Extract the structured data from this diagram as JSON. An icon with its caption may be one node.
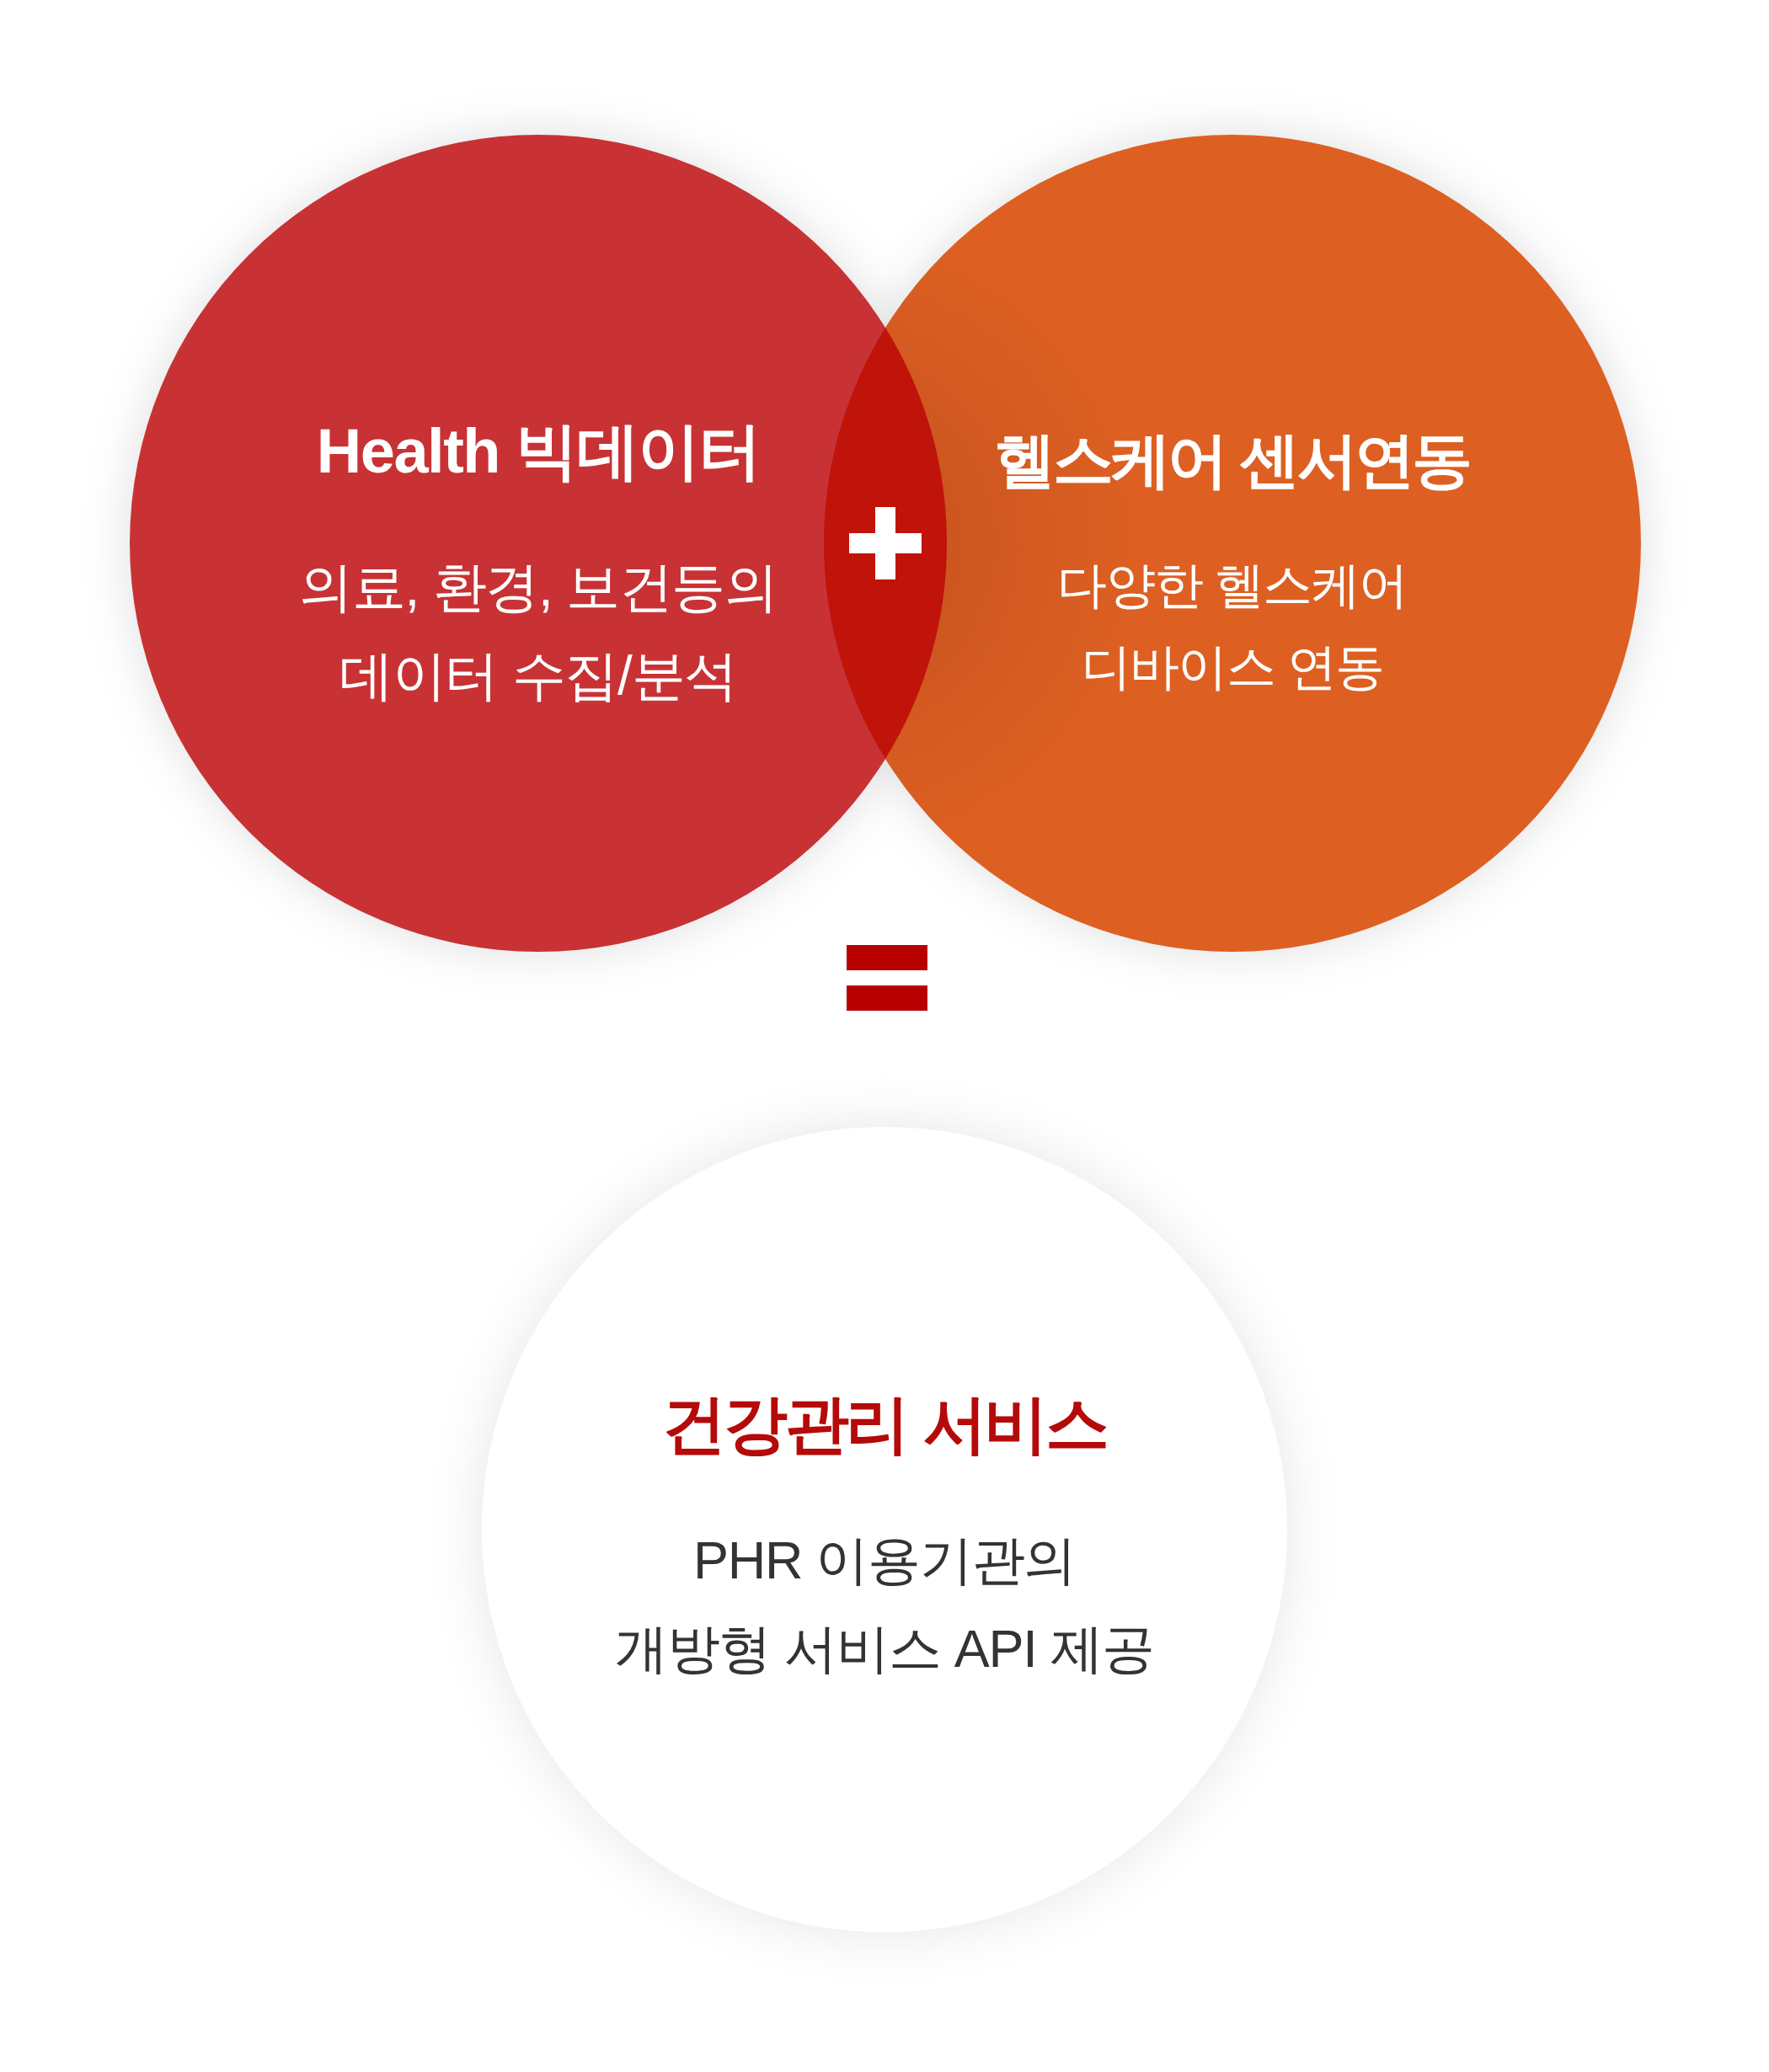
{
  "diagram": {
    "nodes": [
      {
        "text": [
          "Health 빅데이터",
          "의료, 환경, 보건등의 데이터 수집/분석"
        ]
      },
      {
        "text": [
          "헬스케어 센서연동",
          "다양한 헬스케어 디바이스 연동"
        ]
      },
      {
        "text": [
          "건강관리 서비스",
          "PHR 이용기관의 개방형 서비스 API 제공"
        ]
      }
    ]
  }
}
